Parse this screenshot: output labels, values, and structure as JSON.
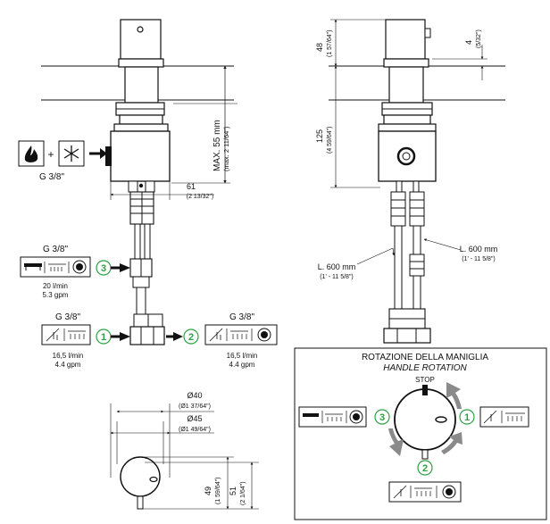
{
  "left": {
    "source_label": "G 3/8\"",
    "max_label": "MAX. 55 mm",
    "max_sub": "(max. 2 11/64\")",
    "dim61": "61",
    "dim61_sub": "(2 13/32\")",
    "out3_label": "G 3/8\"",
    "out3_flow": "20 l/min",
    "out3_gpm": "5.3 gpm",
    "out1_label": "G 3/8\"",
    "out1_flow": "16,5 l/min",
    "out1_gpm": "4.4 gpm",
    "out2_label": "G 3/8\"",
    "out2_flow": "16,5 l/min",
    "out2_gpm": "4.4 gpm",
    "badge3": "3",
    "badge1": "1",
    "badge2": "2"
  },
  "right": {
    "dim48": "48",
    "dim48_sub": "(1 57/64\")",
    "dim4": "4",
    "dim4_sub": "(5/32\")",
    "dim125": "125",
    "dim125_sub": "(4 59/64\")",
    "hose_a": "L. 600 mm",
    "hose_a_sub": "(1' - 11 5/8\")",
    "hose_b": "L. 600 mm",
    "hose_b_sub": "(1' - 11 5/8\")"
  },
  "bottom": {
    "d40": "Ø40",
    "d40_sub": "(Ø1 37/64\")",
    "d45": "Ø45",
    "d45_sub": "(Ø1 49/64\")",
    "h49": "49",
    "h49_sub": "(1 59/64\")",
    "h51": "51",
    "h51_sub": "(2 1/64\")"
  },
  "rotation": {
    "title": "ROTAZIONE DELLA MANIGLIA",
    "subtitle": "HANDLE ROTATION",
    "stop": "STOP",
    "pos1": "1",
    "pos2": "2",
    "pos3": "3"
  },
  "colors": {
    "accent": "#2ea043",
    "line": "#111111"
  }
}
